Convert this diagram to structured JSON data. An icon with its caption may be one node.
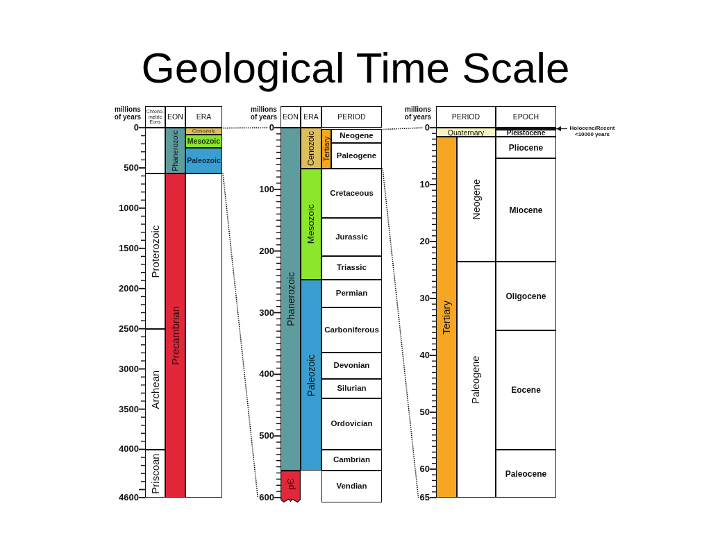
{
  "diagram": {
    "title": "Geological Time Scale",
    "nodes": [
      {
        "text": [
          "Chrono- metric Eons"
        ]
      },
      {
        "text": [
          "EON"
        ]
      },
      {
        "text": [
          "ERA"
        ]
      },
      {
        "text": [],
        "shape": "box"
      },
      {
        "text": [
          "Phanerozoic"
        ]
      },
      {
        "text": [
          "Cenozoic"
        ]
      },
      {
        "text": [
          "Mesozoic"
        ]
      },
      {
        "text": [
          "Paleozoic"
        ]
      },
      {
        "text": [
          "Proterozoic"
        ]
      },
      {
        "text": [
          "Precambrian"
        ]
      },
      {
        "text": [],
        "shape": "box"
      },
      {
        "text": [
          "Archean"
        ]
      },
      {
        "text": [
          "Priscoan"
        ]
      },
      {
        "text": [
          "EON"
        ]
      },
      {
        "text": [
          "ERA"
        ]
      },
      {
        "text": [
          "PERIOD"
        ]
      },
      {
        "text": [
          "Phanerozoic"
        ]
      },
      {
        "text": [
          "Cenozoic"
        ]
      },
      {
        "text": [
          "Tertiary"
        ]
      },
      {
        "text": [
          "Neogene"
        ]
      },
      {
        "text": [
          "Paleogene"
        ]
      },
      {
        "text": [
          "Mesozoic"
        ]
      },
      {
        "text": [
          "Cretaceous"
        ]
      },
      {
        "text": [
          "Jurassic"
        ]
      },
      {
        "text": [
          "Triassic"
        ]
      },
      {
        "text": [
          "Paleozoic"
        ]
      },
      {
        "text": [
          "Permian"
        ]
      },
      {
        "text": [
          "Carboniferous"
        ]
      },
      {
        "text": [
          "Devonian"
        ]
      },
      {
        "text": [
          "Silurian"
        ]
      },
      {
        "text": [
          "Ordovician"
        ]
      },
      {
        "text": [
          "Cambrian"
        ]
      },
      {
        "text": [
          "pЄ"
        ]
      },
      {
        "text": [
          "Vendian"
        ]
      },
      {
        "text": [
          "PERIOD"
        ]
      },
      {
        "text": [
          "EPOCH"
        ]
      },
      {
        "text": [],
        "shape": "bar"
      },
      {
        "text": [
          "Holocene/Recent <10000 years"
        ]
      },
      {
        "text": [
          "Quaternary"
        ]
      },
      {
        "text": [
          "Pleistocene"
        ]
      },
      {
        "text": [
          "Tertiary"
        ]
      },
      {
        "text": [
          "Neogene"
        ]
      },
      {
        "text": [
          "Pliocene"
        ]
      },
      {
        "text": [
          "Miocene"
        ]
      },
      {
        "text": [
          "Paleogene"
        ]
      },
      {
        "text": [
          "Oligocene"
        ]
      },
      {
        "text": [
          "Eocene"
        ]
      },
      {
        "text": [
          "Paleocene"
        ]
      },
      {
        "text": [
          "0"
        ]
      },
      {
        "text": [
          "600"
        ]
      },
      {
        "text": [
          "0"
        ]
      },
      {
        "text": [
          "65"
        ]
      }
    ],
    "edges": [
      {
        "from": 37,
        "to": 36,
        "arrow": "to"
      },
      {
        "from": 5,
        "to": 48,
        "arrow": "none",
        "style": "dashed"
      },
      {
        "from": 7,
        "to": 49,
        "arrow": "none",
        "style": "dashed"
      },
      {
        "from": 19,
        "to": 50,
        "arrow": "none",
        "style": "dashed"
      },
      {
        "from": 20,
        "to": 51,
        "arrow": "none",
        "style": "dashed"
      }
    ],
    "labels": [
      "millions of years",
      "0",
      "500",
      "1000",
      "1500",
      "2000",
      "2500",
      "3000",
      "3500",
      "4000",
      "4600",
      "millions of years",
      "100",
      "200",
      "300",
      "400",
      "500",
      "millions of years",
      "10",
      "20",
      "30",
      "40",
      "50",
      "60"
    ]
  }
}
